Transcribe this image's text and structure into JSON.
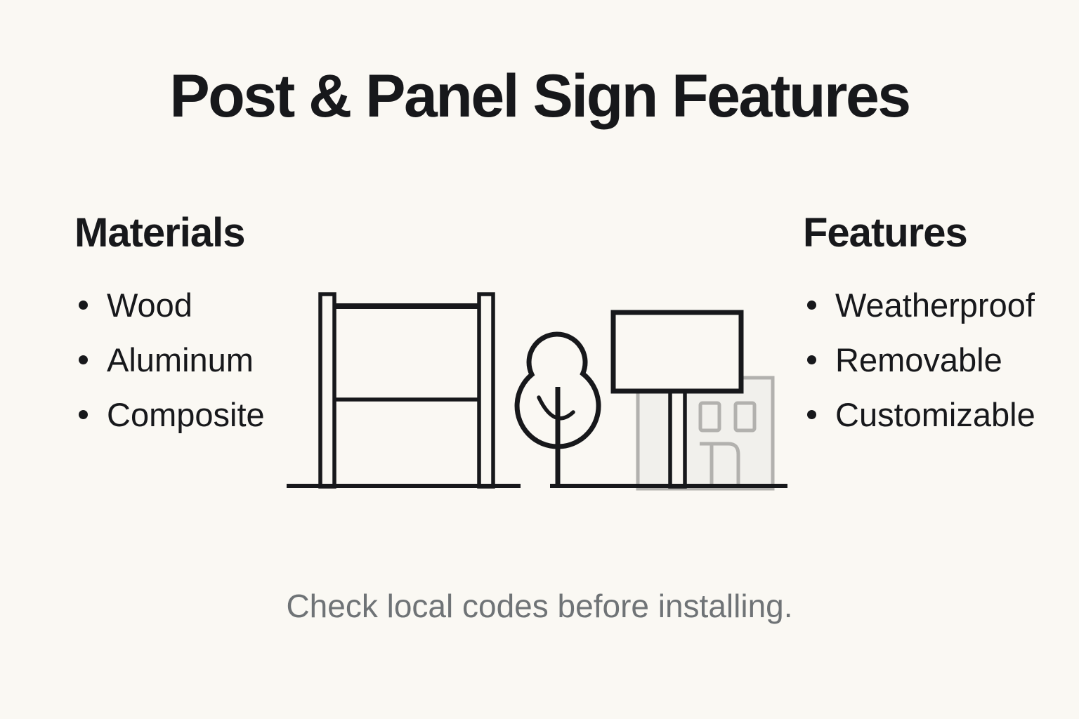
{
  "title": "Post & Panel Sign Features",
  "materials": {
    "heading": "Materials",
    "items": [
      "Wood",
      "Aluminum",
      "Composite"
    ]
  },
  "features": {
    "heading": "Features",
    "items": [
      "Weatherproof",
      "Removable",
      "Customizable"
    ]
  },
  "footer": {
    "note": "Check local codes before installing."
  },
  "illustration": {
    "description": "Line drawing of a two-post panel sign, a tree, and a single-post sign standing in front of a light gray building"
  },
  "theme": {
    "background": "#FAF8F3",
    "ink": "#17181B",
    "muted_text": "#6F7376",
    "building_gray": "#B2B1AE",
    "building_fill": "#F1F0EC"
  }
}
